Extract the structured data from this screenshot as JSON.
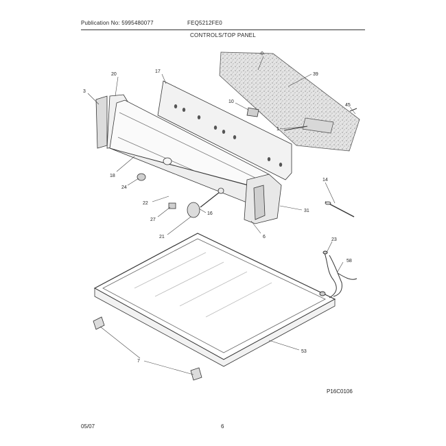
{
  "header": {
    "publication": "Publication No: 5995480077",
    "model": "FEQ5212FE0"
  },
  "section_title": "CONTROLS/TOP PANEL",
  "illustration_code": "P16C0106",
  "footer": {
    "date": "05/07",
    "page": "6"
  },
  "callouts": {
    "c0": "0",
    "c39": "39",
    "c17": "17",
    "c20": "20",
    "c3": "3",
    "c10": "10",
    "c1": "1",
    "c45": "45",
    "c18": "18",
    "c24": "24",
    "c14": "14",
    "c22": "22",
    "c27": "27",
    "c16": "16",
    "c31": "31",
    "c21": "21",
    "c6": "6",
    "c23": "23",
    "c58": "58",
    "c7": "7",
    "c53": "53"
  }
}
